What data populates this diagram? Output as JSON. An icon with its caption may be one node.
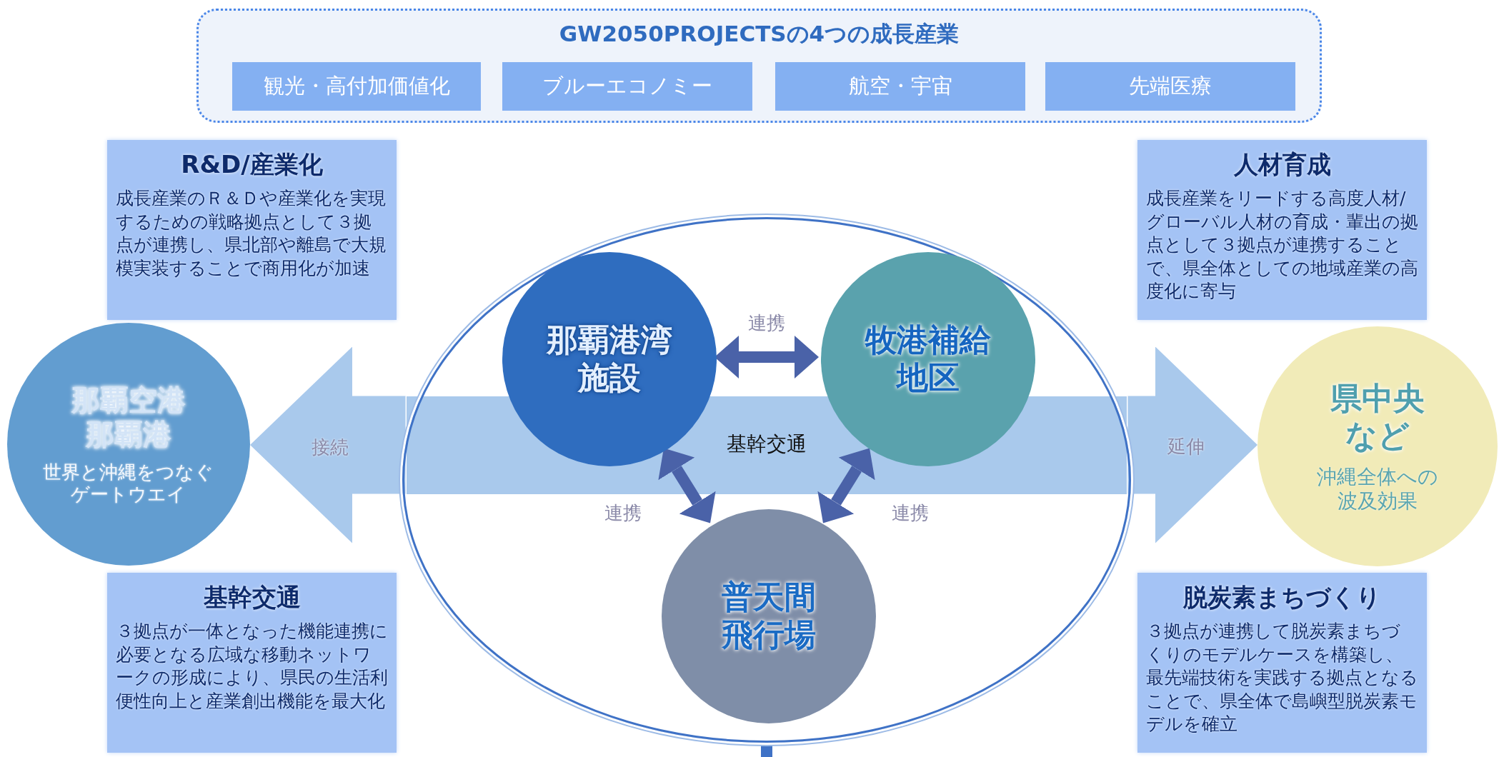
{
  "diagram": {
    "nodes": [
      {
        "text": [
          "GW2050PROJECTSの4つの成長産業"
        ]
      },
      {
        "text": [
          "観光・高付加価値化"
        ],
        "in": 0
      },
      {
        "text": [
          "ブルーエコノミー"
        ],
        "in": 0
      },
      {
        "text": [
          "航空・宇宙"
        ],
        "in": 0
      },
      {
        "text": [
          "先端医療"
        ],
        "in": 0
      },
      {
        "text": [
          "R&D/産業化",
          "成長産業のＲ＆Ｄや産業化を実現するための戦略拠点として３拠点が連携し、県北部や離島で大規模実装することで商用化が加速"
        ]
      },
      {
        "text": [
          "人材育成",
          "成長産業をリードする高度人材/グローバル人材の育成・輩出の拠点として３拠点が連携することで、県全体としての地域産業の高度化に寄与"
        ]
      },
      {
        "text": [],
        "shape": "ellipse"
      },
      {
        "text": [
          "那覇港湾施設"
        ],
        "in": 7
      },
      {
        "text": [
          "牧港補給地区"
        ],
        "in": 7
      },
      {
        "text": [
          "那覇空港",
          "那覇港",
          "世界と沖縄をつなぐゲートウエイ"
        ]
      },
      {
        "text": [
          "県中央など",
          "沖縄全体への波及効果"
        ]
      },
      {
        "text": [
          "普天間飛行場"
        ],
        "in": 7
      },
      {
        "text": [
          "基幹交通",
          "３拠点が一体となった機能連携に必要となる広域な移動ネットワークの形成により、県民の生活利便性向上と産業創出機能を最大化"
        ]
      },
      {
        "text": [
          "脱炭素まちづくり",
          "３拠点が連携して脱炭素まちづくりのモデルケースを構築し、最先端技術を実践する拠点となることで、県全体で島嶼型脱炭素モデルを確立"
        ]
      }
    ],
    "edges": [
      {
        "from": 8,
        "to": 9,
        "arrow": "both",
        "label": "連携"
      },
      {
        "from": 8,
        "to": 12,
        "arrow": "both",
        "label": "連携"
      },
      {
        "from": 9,
        "to": 12,
        "arrow": "both",
        "label": "連携"
      },
      {
        "from": 7,
        "to": 10,
        "arrow": "to",
        "label": "接続",
        "style": "thick",
        "color": "#a9c9ec"
      },
      {
        "from": 7,
        "to": 11,
        "arrow": "to",
        "label": "延伸",
        "style": "thick",
        "color": "#a9c9ec"
      },
      {
        "from": 7,
        "to": null,
        "arrow": "none",
        "color": "#3f72c6"
      }
    ],
    "labels": [
      "基幹交通"
    ]
  }
}
